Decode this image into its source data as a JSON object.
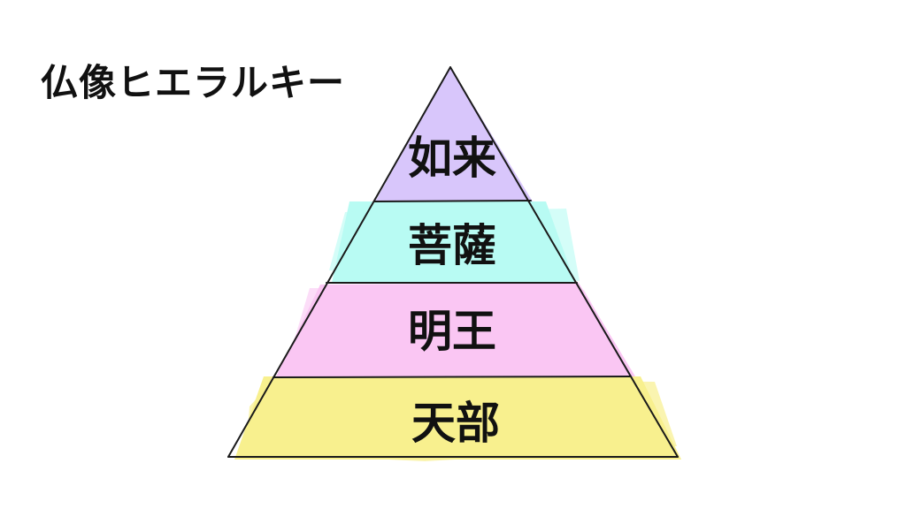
{
  "title": "仏像ヒエラルキー",
  "tiers": [
    {
      "label": "如来",
      "color": "#d8c6fb"
    },
    {
      "label": "菩薩",
      "color": "#b8fbf3"
    },
    {
      "label": "明王",
      "color": "#fac6f3"
    },
    {
      "label": "天部",
      "color": "#f8f08e"
    }
  ]
}
